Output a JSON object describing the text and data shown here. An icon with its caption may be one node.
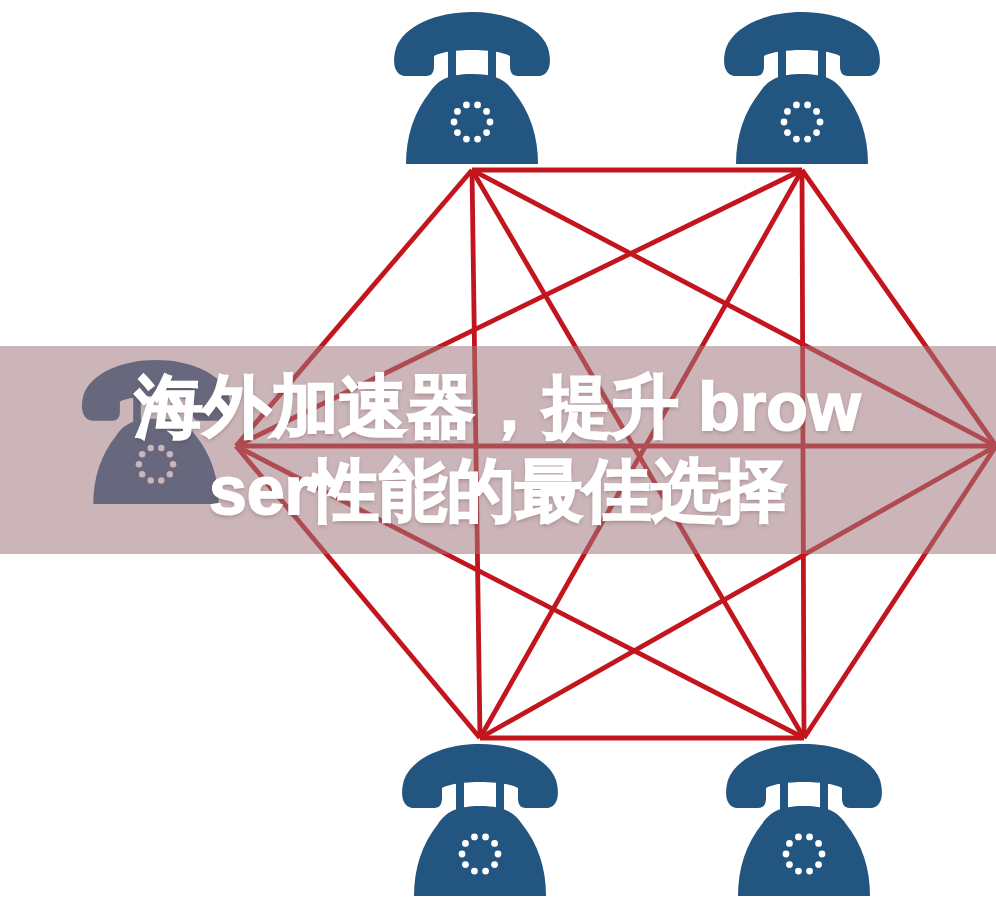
{
  "diagram": {
    "title": "海外加速器，提升 browser性能的最佳选择",
    "nodes": [
      {
        "text": [],
        "shape": "phone"
      },
      {
        "text": [],
        "shape": "phone"
      },
      {
        "text": [],
        "shape": "phone"
      },
      {
        "text": [],
        "shape": "phone"
      },
      {
        "text": [],
        "shape": "phone"
      }
    ],
    "edges": [
      {
        "from": 0,
        "to": 1,
        "arrow": "none"
      },
      {
        "from": 0,
        "to": 2,
        "arrow": "none"
      },
      {
        "from": 0,
        "to": 3,
        "arrow": "none"
      },
      {
        "from": 0,
        "to": 4,
        "arrow": "none"
      },
      {
        "from": 0,
        "to": null,
        "arrow": "none"
      },
      {
        "from": 1,
        "to": 2,
        "arrow": "none"
      },
      {
        "from": 1,
        "to": 3,
        "arrow": "none"
      },
      {
        "from": 1,
        "to": 4,
        "arrow": "none"
      },
      {
        "from": 1,
        "to": null,
        "arrow": "none"
      },
      {
        "from": 2,
        "to": 3,
        "arrow": "none"
      },
      {
        "from": 2,
        "to": 4,
        "arrow": "none"
      },
      {
        "from": 2,
        "to": null,
        "arrow": "none"
      },
      {
        "from": 3,
        "to": 4,
        "arrow": "none"
      },
      {
        "from": 3,
        "to": null,
        "arrow": "none"
      },
      {
        "from": 4,
        "to": null,
        "arrow": "none"
      }
    ]
  }
}
